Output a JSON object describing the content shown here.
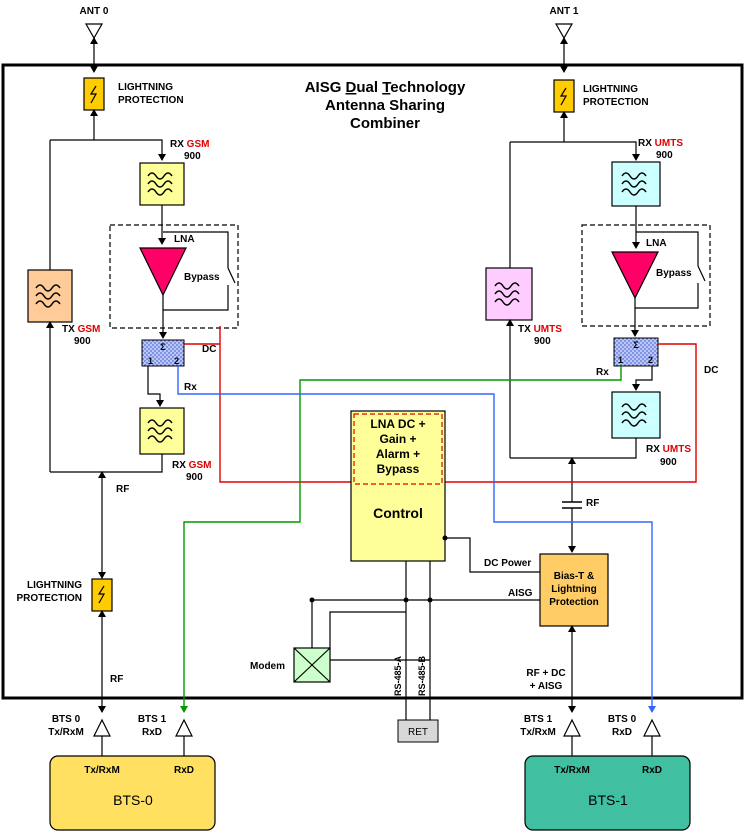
{
  "title": {
    "line1_pre": "AISG ",
    "line1_d": "D",
    "line1_mid": "ual ",
    "line1_t": "T",
    "line1_post": "echnology",
    "line2": "Antenna Sharing",
    "line3": "Combiner"
  },
  "antennas": {
    "ant0": "ANT 0",
    "ant1": "ANT 1"
  },
  "lightning": {
    "line1": "LIGHTNING",
    "line2": "PROTECTION"
  },
  "left": {
    "rx_prefix": "RX ",
    "rx_tech": "GSM",
    "rx_band": "900",
    "tx_prefix": "TX ",
    "tx_tech": "GSM",
    "tx_band": "900",
    "lna": "LNA",
    "bypass": "Bypass",
    "dc": "DC",
    "rx": "Rx",
    "rx2_prefix": "RX ",
    "rx2_tech": "GSM",
    "rx2_band": "900",
    "rf": "RF",
    "rf2": "RF"
  },
  "right": {
    "rx_prefix": "RX ",
    "rx_tech": "UMTS",
    "rx_band": "900",
    "tx_prefix": "TX ",
    "tx_tech": "UMTS",
    "tx_band": "900",
    "lna": "LNA",
    "bypass": "Bypass",
    "dc": "DC",
    "rx": "Rx",
    "rx2_prefix": "RX ",
    "rx2_tech": "UMTS",
    "rx2_band": "900",
    "rf": "RF"
  },
  "combiner": {
    "sigma": "Σ",
    "in1": "1",
    "in2": "2"
  },
  "control": {
    "line1": "LNA DC +",
    "line2": "Gain +",
    "line3": "Alarm +",
    "line4": "Bypass",
    "label": "Control"
  },
  "biast": {
    "line1": "Bias-T &",
    "line2": "Lightning",
    "line3": "Protection"
  },
  "signals": {
    "dc_power": "DC Power",
    "aisg": "AISG",
    "modem": "Modem",
    "rs485a": "RS-485-A",
    "rs485b": "RS-485-B",
    "ret": "RET",
    "rf_dc_aisg_1": "RF + DC",
    "rf_dc_aisg_2": "+ AISG"
  },
  "ports": {
    "bts0_txrxm_1": "BTS 0",
    "bts0_txrxm_2": "Tx/RxM",
    "bts1_rxd_1": "BTS 1",
    "bts1_rxd_2": "RxD",
    "bts1_txrxm_1": "BTS 1",
    "bts1_txrxm_2": "Tx/RxM",
    "bts0_rxd_1": "BTS 0",
    "bts0_rxd_2": "RxD"
  },
  "bts0": {
    "name": "BTS-0",
    "txrxm": "Tx/RxM",
    "rxd": "RxD",
    "color": "#ffe060"
  },
  "bts1": {
    "name": "BTS-1",
    "txrxm": "Tx/RxM",
    "rxd": "RxD",
    "color": "#40c0a0"
  },
  "colors": {
    "rx_filter": "#ffff99",
    "tx_filter_gsm": "#ffcc99",
    "rx_filter_umts": "#ccffff",
    "tx_filter_umts": "#ffccff",
    "lna": "#ff0066",
    "dc_line": "#e00000",
    "green_line": "#009900",
    "blue_line": "#3366ff",
    "control": "#ffff99",
    "biast": "#ffcc66"
  }
}
